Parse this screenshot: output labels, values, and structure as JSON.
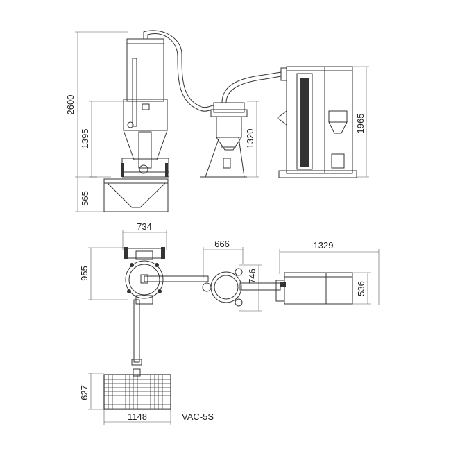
{
  "drawing": {
    "model_label": "VAC-5S",
    "dimensions": {
      "total_height": "2600",
      "receiver_height": "1395",
      "hopper_height": "565",
      "cyclone_height": "1320",
      "filter_unit_height": "1965",
      "receiver_width": "734",
      "receiver_depth": "955",
      "cyclone_width": "666",
      "cyclone_depth": "746",
      "filter_unit_width": "1329",
      "filter_unit_depth": "536",
      "hopper_width": "1148",
      "hopper_depth": "627"
    }
  }
}
